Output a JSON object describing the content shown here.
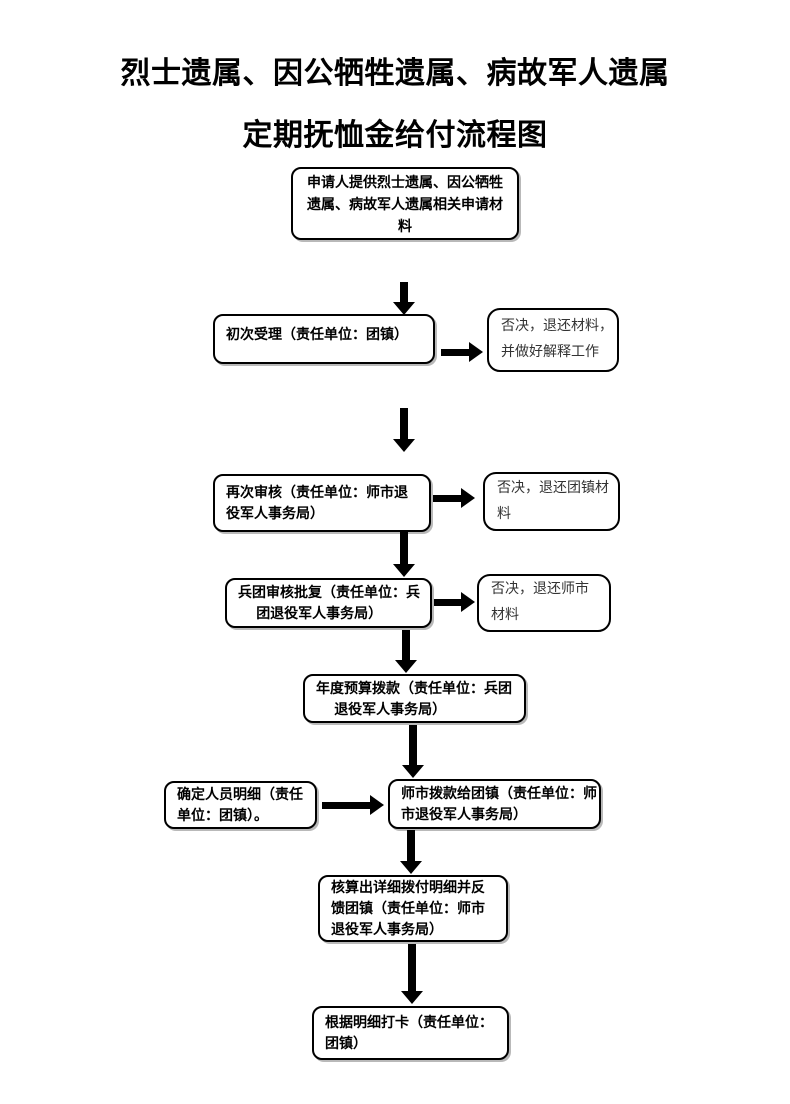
{
  "page": {
    "background": "#ffffff",
    "title_line1": "烈士遗属、因公牺牲遗属、病故军人遗属",
    "title_line2": "定期抚恤金给付流程图"
  },
  "colors": {
    "box_border": "#000000",
    "main_text": "#000000",
    "reject_text": "#333333",
    "arrow": "#000000",
    "box_shadow": "#b9b9b9"
  },
  "flow": {
    "start": {
      "lines": [
        "申请人提供烈士遗属、因公牺牲",
        "遗属、病故军人遗属相关申请材",
        "料"
      ]
    },
    "step_initial": {
      "lines": [
        "初次受理（责任单位：团镇）"
      ]
    },
    "reject_initial": {
      "lines": [
        "否决，退还材料，",
        "并做好解释工作"
      ]
    },
    "step_review": {
      "lines": [
        "再次审核（责任单位：师市退",
        "役军人事务局）"
      ]
    },
    "reject_review": {
      "lines": [
        "否决，退还团镇材",
        "料"
      ]
    },
    "step_approval": {
      "lines": [
        "兵团审核批复（责任单位：兵",
        "团退役军人事务局）"
      ]
    },
    "reject_approval": {
      "lines": [
        "否决，退还师市",
        "材料"
      ]
    },
    "step_budget": {
      "lines": [
        "年度预算拨款（责任单位：兵团",
        "退役军人事务局）"
      ]
    },
    "step_allocate": {
      "lines": [
        "师市拨款给团镇（责任单位：师",
        "市退役军人事务局）"
      ]
    },
    "input_detail": {
      "lines": [
        "确定人员明细（责任",
        "单位：团镇）。"
      ]
    },
    "step_calculate": {
      "lines": [
        "核算出详细拨付明细并反",
        "馈团镇（责任单位：师市",
        "退役军人事务局）"
      ]
    },
    "step_pay": {
      "lines": [
        "根据明细打卡（责任单位：",
        "团镇）"
      ]
    }
  }
}
